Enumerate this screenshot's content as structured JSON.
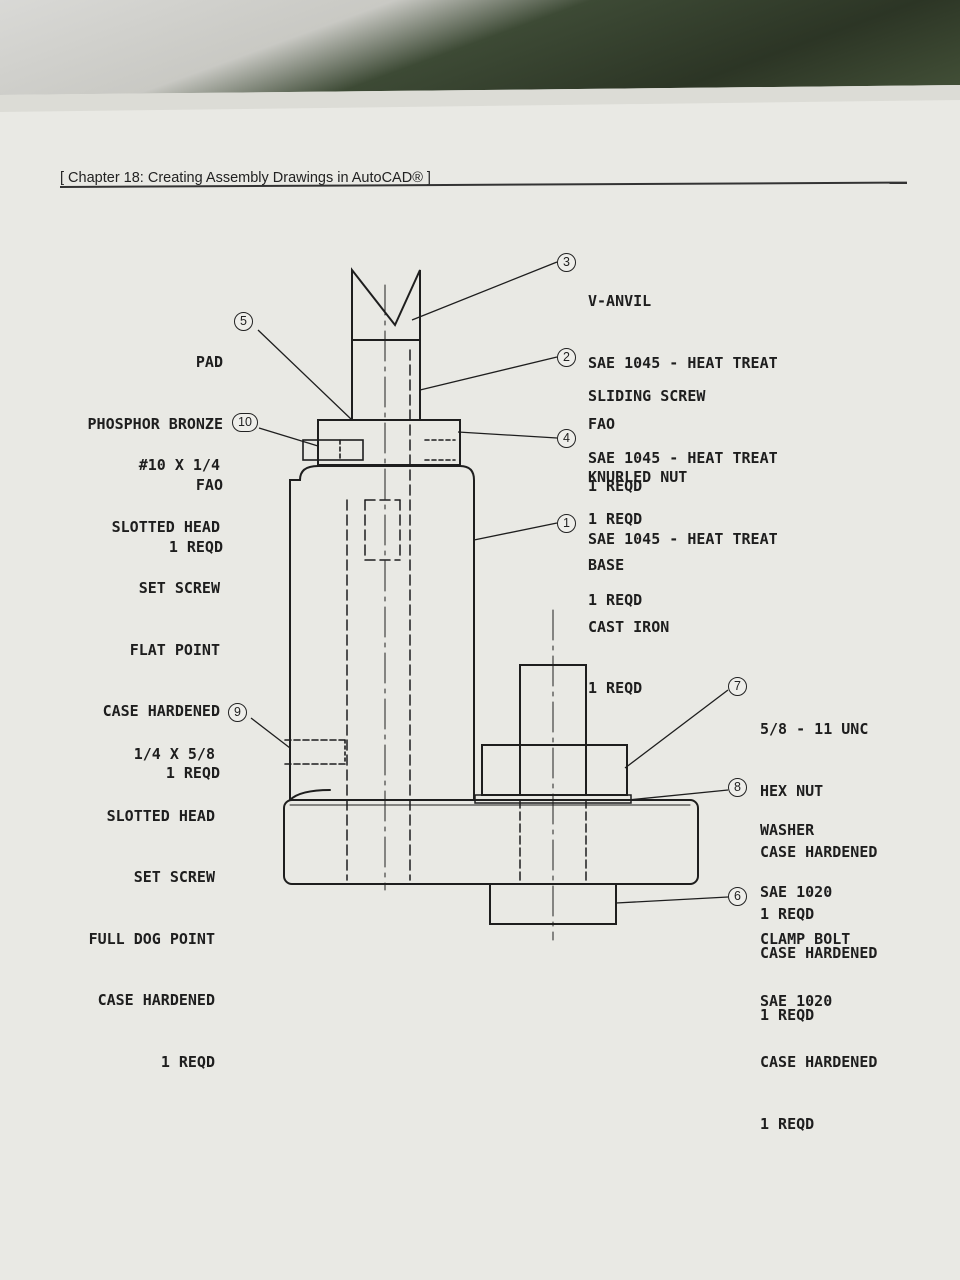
{
  "header": {
    "title": "[ Chapter 18:  Creating Assembly Drawings in AutoCAD® ]"
  },
  "parts": [
    {
      "num": "3",
      "lines": [
        "V-ANVIL",
        "SAE 1045 - HEAT TREAT",
        "FAO",
        "1 REQD"
      ]
    },
    {
      "num": "2",
      "lines": [
        "SLIDING SCREW",
        "SAE 1045 - HEAT TREAT",
        "1 REQD"
      ]
    },
    {
      "num": "4",
      "lines": [
        "KNURLED NUT",
        "SAE 1045 - HEAT TREAT",
        "1 REQD"
      ]
    },
    {
      "num": "1",
      "lines": [
        "BASE",
        "CAST IRON",
        "1 REQD"
      ]
    },
    {
      "num": "5",
      "lines": [
        "PAD",
        "PHOSPHOR BRONZE",
        "FAO",
        "1 REQD"
      ]
    },
    {
      "num": "10",
      "lines": [
        "#10 X 1/4",
        "SLOTTED HEAD",
        "SET SCREW",
        "FLAT POINT",
        "CASE HARDENED",
        "1 REQD"
      ]
    },
    {
      "num": "9",
      "lines": [
        "1/4 X 5/8",
        "SLOTTED HEAD",
        "SET SCREW",
        "FULL DOG POINT",
        "CASE HARDENED",
        "1 REQD"
      ]
    },
    {
      "num": "7",
      "lines": [
        "5/8 - 11 UNC",
        "HEX NUT",
        "CASE HARDENED",
        "1 REQD"
      ]
    },
    {
      "num": "8",
      "lines": [
        "WASHER",
        "SAE 1020",
        "CASE HARDENED",
        "1 REQD"
      ]
    },
    {
      "num": "6",
      "lines": [
        "CLAMP BOLT",
        "SAE 1020",
        "CASE HARDENED",
        "1 REQD"
      ]
    }
  ]
}
